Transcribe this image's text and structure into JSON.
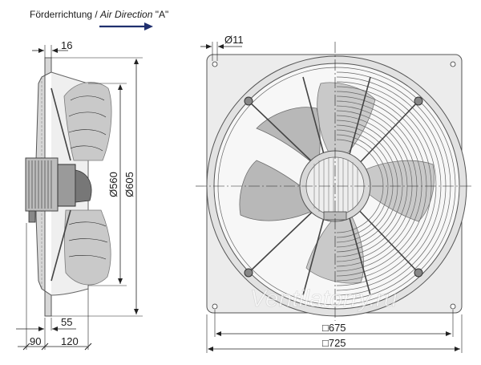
{
  "header": {
    "direction_label_prefix": "Förderrichtung / ",
    "direction_label_italic": "Air Direction",
    "direction_label_suffix": " \"A\""
  },
  "side_view": {
    "dim_top": "16",
    "dim_inner_dia": "Ø560",
    "dim_outer_dia": "Ø605",
    "dim_55": "55",
    "dim_90": "90",
    "dim_120": "120"
  },
  "front_view": {
    "hole_dia": "Ø11",
    "dim_675": "□675",
    "dim_725": "□725"
  },
  "watermark": "Ventilatorry.ru",
  "colors": {
    "plate": "#ececec",
    "blade": "#c9c9c9",
    "line": "#222222",
    "arrow": "#1f2f6e"
  }
}
